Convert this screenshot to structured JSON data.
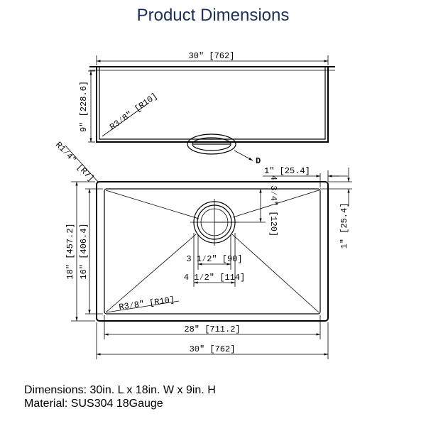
{
  "title": "Product Dimensions",
  "dimensions": {
    "top_width": "30″ [762]",
    "depth": "9″ [228.6]",
    "top_radius": "R3⁄8″ [R10]",
    "drain_label": "D",
    "corner_radius": "R1⁄4″ [R7]",
    "rim_top": "1″ [25.4]",
    "rim_side": "1″ [25.4]",
    "outer_width": "18″ [457.2]",
    "inner_width": "16″ [406.4]",
    "drain_offset": "4 3⁄4″ [120]",
    "drain_inner": "3 1⁄2″ [90]",
    "drain_outer": "4 1⁄2″ [114]",
    "bowl_radius": "R3⁄8″ [R10]",
    "inner_length": "28″ [711.2]",
    "outer_length": "30″ [762]"
  },
  "info": {
    "dimensions_text": "Dimensions: 30in. L x 18in. W x 9in. H",
    "material_text": "Material: SUS304 18Gauge"
  }
}
